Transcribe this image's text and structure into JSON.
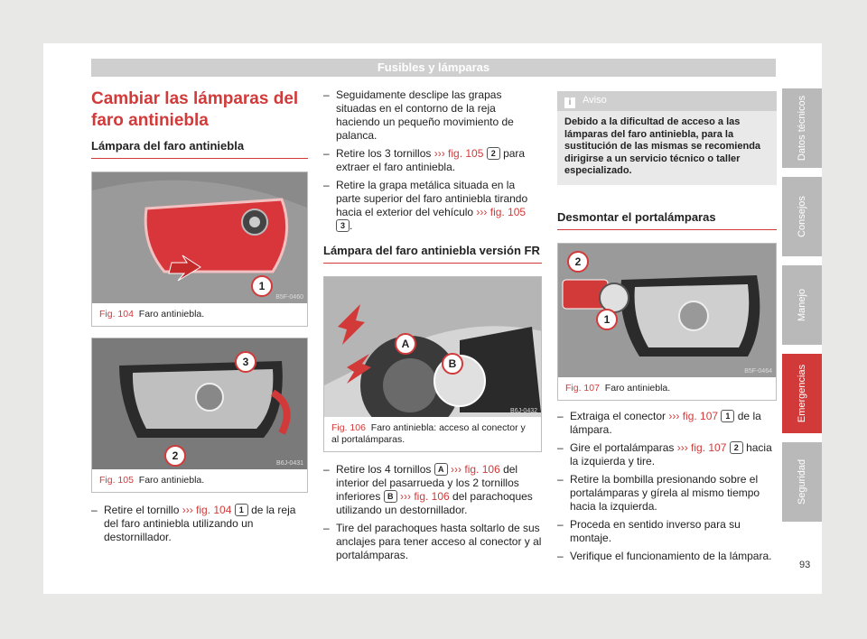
{
  "header": {
    "title": "Fusibles y lámparas"
  },
  "col1": {
    "title": "Cambiar las lámparas del faro antiniebla",
    "subtitle": "Lámpara del faro antiniebla",
    "fig104": {
      "code": "B5F-0460",
      "num": "Fig. 104",
      "caption": "Faro antiniebla.",
      "callouts": [
        "1"
      ]
    },
    "fig105": {
      "code": "B6J-0431",
      "num": "Fig. 105",
      "caption": "Faro antiniebla.",
      "callouts": [
        "3",
        "2"
      ]
    },
    "step1": {
      "a": "Retire el tornillo ",
      "ref": "››› fig. 104",
      "n": "1",
      "b": " de la reja del faro antiniebla utilizando un destornillador."
    }
  },
  "col2": {
    "step1": {
      "a": "Seguidamente desclipe las grapas situadas en el contorno de la reja haciendo un pequeño movimiento de palanca."
    },
    "step2": {
      "a": "Retire los 3 tornillos ",
      "ref": "››› fig. 105",
      "n": "2",
      "b": " para extraer el faro antiniebla."
    },
    "step3": {
      "a": "Retire la grapa metálica situada en la parte superior del faro antiniebla tirando hacia el exterior del vehículo ",
      "ref": "››› fig. 105",
      "n": "3",
      "b": "."
    },
    "subtitle": "Lámpara del faro antiniebla versión FR",
    "fig106": {
      "code": "B6J-0432",
      "num": "Fig. 106",
      "caption": "Faro antiniebla: acceso al conector y al portalámparas.",
      "callouts": [
        "A",
        "B"
      ]
    },
    "step4": {
      "a": "Retire los 4 tornillos ",
      "n1": "A",
      "ref1": " ››› fig. 106",
      "b": " del interior del pasarrueda y los 2 tornillos inferiores ",
      "n2": "B",
      "ref2": " ››› fig. 106",
      "c": " del parachoques utilizando un destornillador."
    },
    "step5": {
      "a": "Tire del parachoques hasta soltarlo de sus anclajes para tener acceso al conector y al portalámparas."
    }
  },
  "col3": {
    "note": {
      "label": "Aviso",
      "icon": "info-icon",
      "text": "Debido a la dificultad de acceso a las lámparas del faro antiniebla, para la sustitución de las mismas se recomienda dirigirse a un servicio técnico o taller especializado."
    },
    "subtitle": "Desmontar el portalámparas",
    "fig107": {
      "code": "B5F-0464",
      "num": "Fig. 107",
      "caption": "Faro antiniebla.",
      "callouts": [
        "2",
        "1"
      ]
    },
    "step1": {
      "a": "Extraiga el conector ",
      "ref": "››› fig. 107",
      "n": "1",
      "b": " de la lámpara."
    },
    "step2": {
      "a": "Gire el portalámparas ",
      "ref": "››› fig. 107",
      "n": "2",
      "b": " hacia la izquierda y tire."
    },
    "step3": {
      "a": "Retire la bombilla presionando sobre el portalámparas y gírela al mismo tiempo hacia la izquierda."
    },
    "step4": {
      "a": "Proceda en sentido inverso para su montaje."
    },
    "step5": {
      "a": "Verifique el funcionamiento de la lámpara."
    }
  },
  "tabs": [
    {
      "label": "Datos técnicos"
    },
    {
      "label": "Consejos"
    },
    {
      "label": "Manejo"
    },
    {
      "label": "Emergencias"
    },
    {
      "label": "Seguridad"
    }
  ],
  "page_number": "93",
  "colors": {
    "accent": "#d23a3a",
    "tab": "#b9b9b9"
  }
}
